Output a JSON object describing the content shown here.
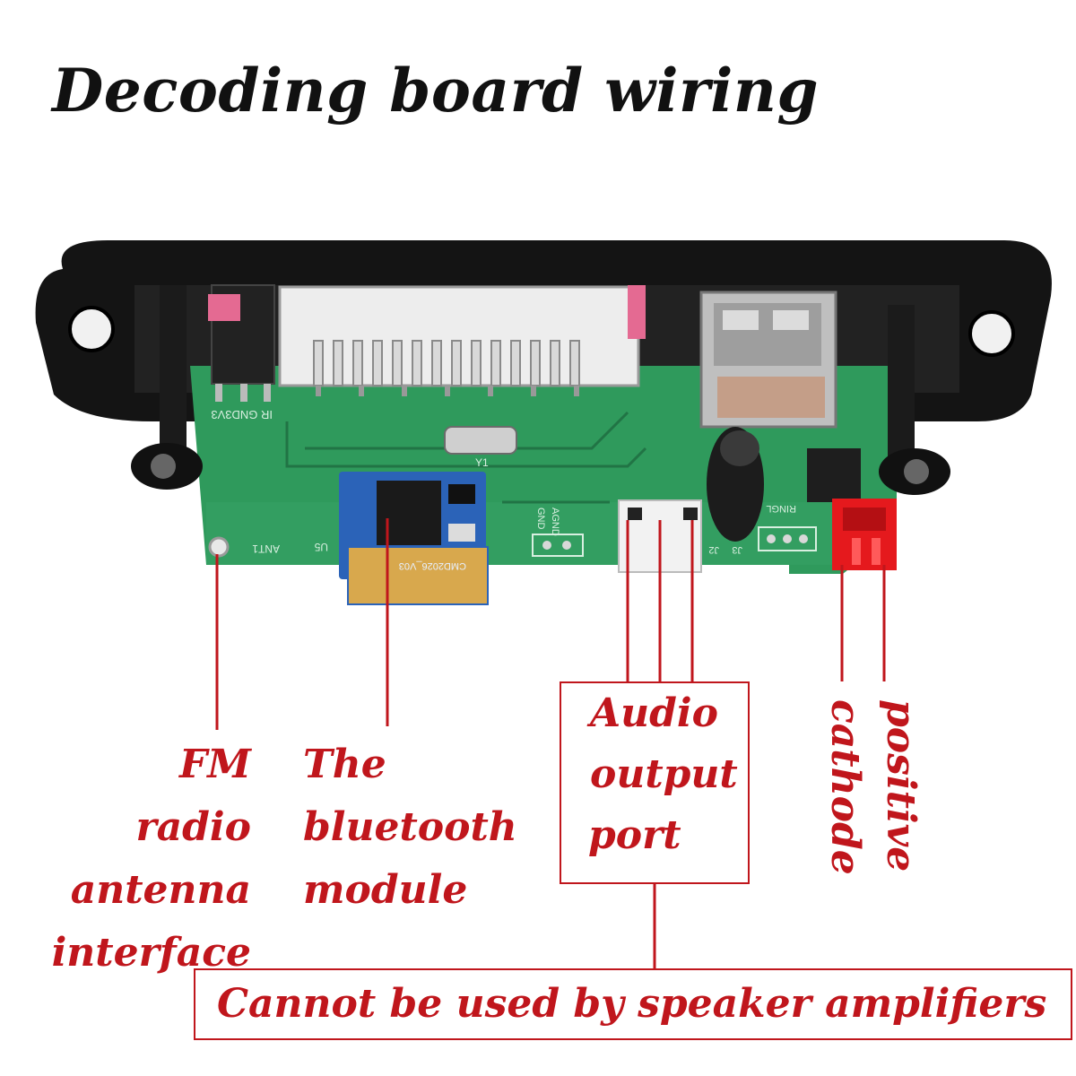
{
  "title": "Decoding board wiring",
  "colors": {
    "label": "#c0161c",
    "title": "#111111",
    "pcb": "#2f9a5c",
    "bezel": "#141414"
  },
  "labels": {
    "fm": [
      "FM",
      "radio",
      "antenna",
      "interface"
    ],
    "bluetooth": [
      "The",
      "bluetooth",
      "module"
    ],
    "audio": [
      "Audio",
      "output",
      "port"
    ],
    "cathode": "cathode",
    "positive": "positive",
    "note": "Cannot be used by speaker amplifiers"
  },
  "board": {
    "silkscreen": [
      "IR GND3V3",
      "ANT1",
      "U5",
      "GND",
      "AGND",
      "J3",
      "J2",
      "Y1",
      "RINGL"
    ],
    "module_marking": "CMD2026_V03"
  }
}
